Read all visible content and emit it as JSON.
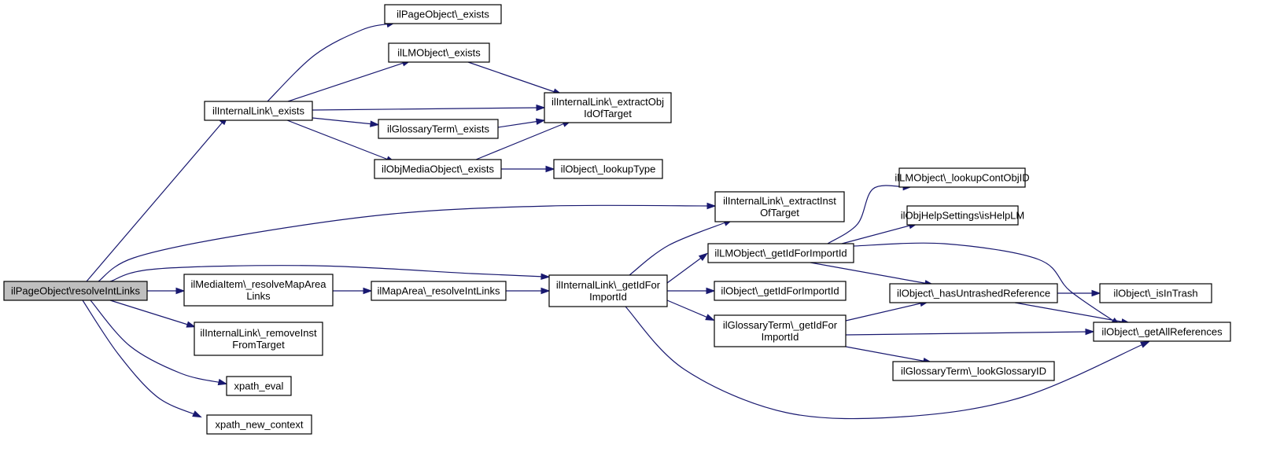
{
  "nodes": [
    {
      "id": "root",
      "lines": [
        "ilPageObject\\resolveIntLinks"
      ],
      "root": true
    },
    {
      "id": "pg_exists",
      "lines": [
        "ilPageObject\\_exists"
      ]
    },
    {
      "id": "lm_exists",
      "lines": [
        "ilLMObject\\_exists"
      ]
    },
    {
      "id": "il_exists",
      "lines": [
        "ilInternalLink\\_exists"
      ]
    },
    {
      "id": "gt_exists",
      "lines": [
        "ilGlossaryTerm\\_exists"
      ]
    },
    {
      "id": "mo_exists",
      "lines": [
        "ilObjMediaObject\\_exists"
      ]
    },
    {
      "id": "extract_obj",
      "lines": [
        "ilInternalLink\\_extractObj",
        "IdOfTarget"
      ]
    },
    {
      "id": "lookup_type",
      "lines": [
        "ilObject\\_lookupType"
      ]
    },
    {
      "id": "extract_inst",
      "lines": [
        "ilInternalLink\\_extractInst",
        "OfTarget"
      ]
    },
    {
      "id": "mi_resolve",
      "lines": [
        "ilMediaItem\\_resolveMapArea",
        "Links"
      ]
    },
    {
      "id": "ma_resolve",
      "lines": [
        "ilMapArea\\_resolveIntLinks"
      ]
    },
    {
      "id": "il_getid",
      "lines": [
        "ilInternalLink\\_getIdFor",
        "ImportId"
      ]
    },
    {
      "id": "remove_inst",
      "lines": [
        "ilInternalLink\\_removeInst",
        "FromTarget"
      ]
    },
    {
      "id": "xpath_eval",
      "lines": [
        "xpath_eval"
      ]
    },
    {
      "id": "xpath_new",
      "lines": [
        "xpath_new_context"
      ]
    },
    {
      "id": "lm_lookup",
      "lines": [
        "ilLMObject\\_lookupContObjID"
      ]
    },
    {
      "id": "help_lm",
      "lines": [
        "ilObjHelpSettings\\isHelpLM"
      ]
    },
    {
      "id": "lm_getid",
      "lines": [
        "ilLMObject\\_getIdForImportId"
      ]
    },
    {
      "id": "obj_getid",
      "lines": [
        "ilObject\\_getIdForImportId"
      ]
    },
    {
      "id": "has_untrashed",
      "lines": [
        "ilObject\\_hasUntrashedReference"
      ]
    },
    {
      "id": "in_trash",
      "lines": [
        "ilObject\\_isInTrash"
      ]
    },
    {
      "id": "gt_getid",
      "lines": [
        "ilGlossaryTerm\\_getIdFor",
        "ImportId"
      ]
    },
    {
      "id": "get_all_refs",
      "lines": [
        "ilObject\\_getAllReferences"
      ]
    },
    {
      "id": "gt_lookup",
      "lines": [
        "ilGlossaryTerm\\_lookGlossaryID"
      ]
    }
  ],
  "edges": [
    [
      "root",
      "il_exists"
    ],
    [
      "root",
      "extract_inst"
    ],
    [
      "root",
      "il_getid"
    ],
    [
      "root",
      "mi_resolve"
    ],
    [
      "root",
      "remove_inst"
    ],
    [
      "root",
      "xpath_eval"
    ],
    [
      "root",
      "xpath_new"
    ],
    [
      "il_exists",
      "pg_exists"
    ],
    [
      "il_exists",
      "lm_exists"
    ],
    [
      "il_exists",
      "extract_obj"
    ],
    [
      "il_exists",
      "gt_exists"
    ],
    [
      "il_exists",
      "mo_exists"
    ],
    [
      "lm_exists",
      "extract_obj"
    ],
    [
      "gt_exists",
      "extract_obj"
    ],
    [
      "mo_exists",
      "extract_obj"
    ],
    [
      "mo_exists",
      "lookup_type"
    ],
    [
      "mi_resolve",
      "ma_resolve"
    ],
    [
      "ma_resolve",
      "il_getid"
    ],
    [
      "il_getid",
      "extract_inst"
    ],
    [
      "il_getid",
      "lm_getid"
    ],
    [
      "il_getid",
      "obj_getid"
    ],
    [
      "il_getid",
      "gt_getid"
    ],
    [
      "il_getid",
      "get_all_refs"
    ],
    [
      "lm_getid",
      "lm_lookup"
    ],
    [
      "lm_getid",
      "help_lm"
    ],
    [
      "lm_getid",
      "has_untrashed"
    ],
    [
      "lm_getid",
      "get_all_refs"
    ],
    [
      "has_untrashed",
      "in_trash"
    ],
    [
      "has_untrashed",
      "get_all_refs"
    ],
    [
      "gt_getid",
      "has_untrashed"
    ],
    [
      "gt_getid",
      "get_all_refs"
    ],
    [
      "gt_getid",
      "gt_lookup"
    ]
  ]
}
